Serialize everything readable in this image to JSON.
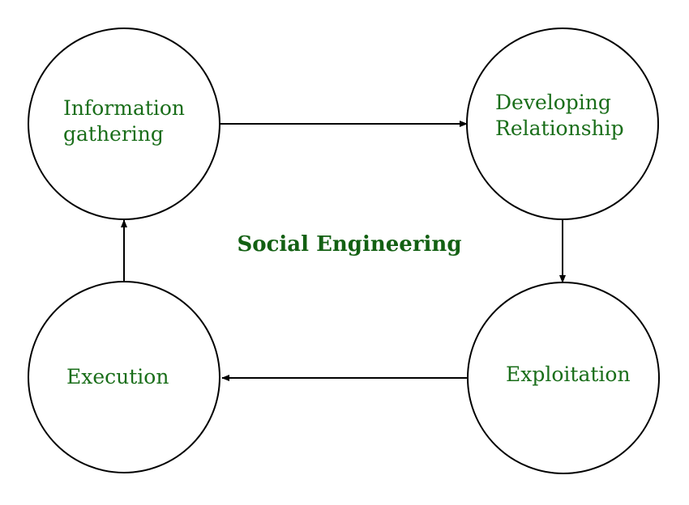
{
  "diagram": {
    "title": "Social Engineering",
    "colors": {
      "text": "#1a6e1a",
      "title": "#136013",
      "stroke": "#000000",
      "background": "#ffffff"
    },
    "nodes": [
      {
        "id": "info",
        "lines": [
          "Information",
          "gathering"
        ]
      },
      {
        "id": "dev",
        "lines": [
          "Developing",
          "Relationship"
        ]
      },
      {
        "id": "exploit",
        "lines": [
          "Exploitation"
        ]
      },
      {
        "id": "exec",
        "lines": [
          "Execution"
        ]
      }
    ],
    "edges": [
      {
        "from": "info",
        "to": "dev"
      },
      {
        "from": "dev",
        "to": "exploit"
      },
      {
        "from": "exploit",
        "to": "exec"
      },
      {
        "from": "exec",
        "to": "info"
      }
    ]
  }
}
